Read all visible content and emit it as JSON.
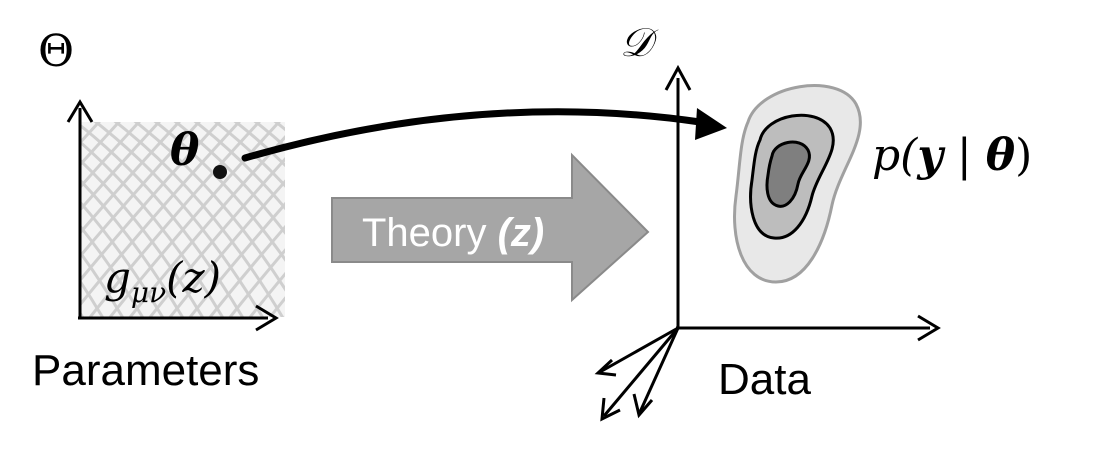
{
  "parameter_space": {
    "symbol": "Θ",
    "point_label": "θ",
    "metric_base": "g",
    "metric_subscript": "μν",
    "metric_arg": "(z)",
    "axis_label": "Parameters"
  },
  "theory_arrow": {
    "label_main": "Theory ",
    "label_arg": "(z)"
  },
  "data_space": {
    "symbol": "𝒟",
    "axis_label": "Data",
    "likelihood": {
      "prefix": "p(",
      "var": "y",
      "sep": " | ",
      "param": "θ",
      "suffix": ")"
    }
  },
  "colors": {
    "ink": "#000000",
    "grid": "#cfcfcf",
    "grid_bg": "#f4f4f4",
    "arrow_fill": "#a6a6a6",
    "arrow_stroke": "#8a8a8a",
    "contour_outer": "#e8e8e8",
    "contour_outer_stroke": "#a0a0a0",
    "contour_mid": "#bdbdbd",
    "contour_inner": "#7f7f7f"
  }
}
